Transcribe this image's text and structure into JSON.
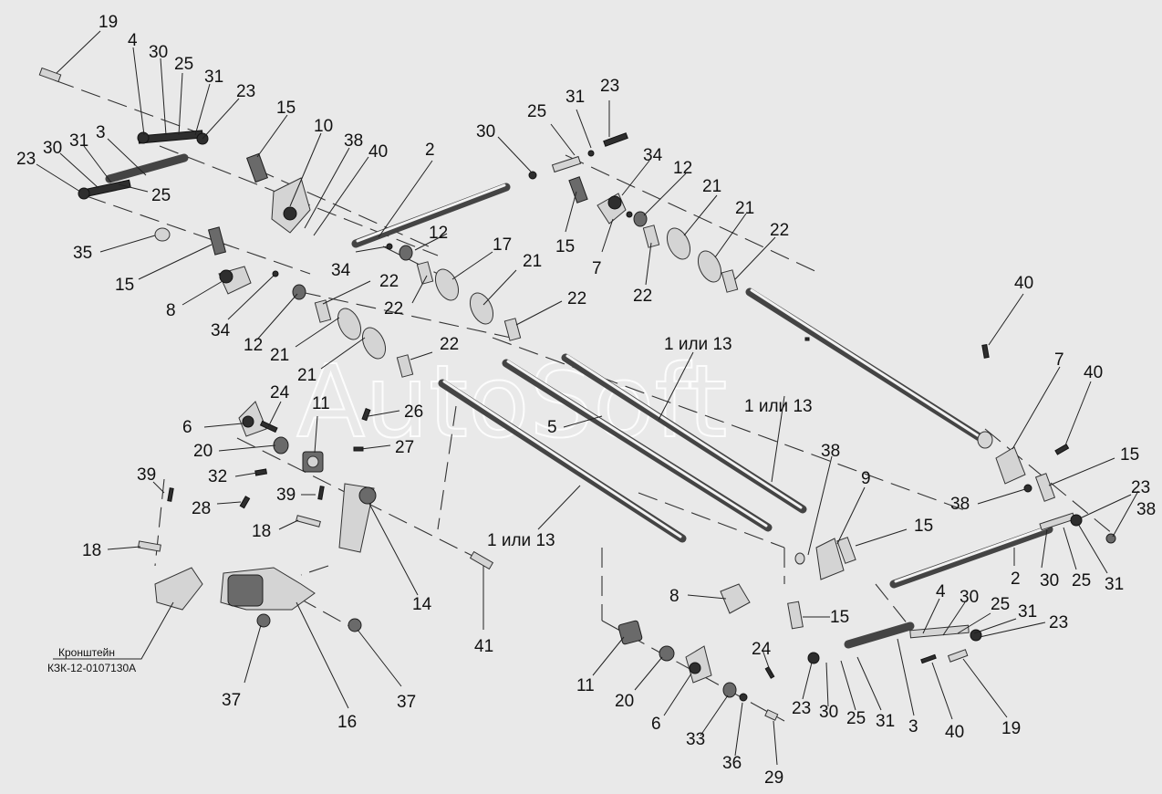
{
  "watermark": "AutoSoft",
  "note": {
    "line1": "Кронштейн",
    "line2": "КЗК-12-0107130А"
  },
  "labels": {
    "l19a": "19",
    "l4a": "4",
    "l30a": "30",
    "l25a": "25",
    "l31a": "31",
    "l23a": "23",
    "l23b": "23",
    "l30b": "30",
    "l31b": "31",
    "l3a": "3",
    "l25b": "25",
    "l15a": "15",
    "l10": "10",
    "l38a": "38",
    "l40a": "40",
    "l35": "35",
    "l15b": "15",
    "l8a": "8",
    "l34a": "34",
    "l12a": "12",
    "l34b": "34",
    "l12b": "12",
    "l22a": "22",
    "l22b": "22",
    "l2a": "2",
    "l21a": "21",
    "l21b": "21",
    "l17": "17",
    "l21c": "21",
    "l22c": "22",
    "l22d": "22",
    "l24a": "24",
    "l6a": "6",
    "l20a": "20",
    "l11a": "11",
    "l26": "26",
    "l27": "27",
    "l32": "32",
    "l28": "28",
    "l39a": "39",
    "l39b": "39",
    "l18a": "18",
    "l18b": "18",
    "l14": "14",
    "l41": "41",
    "l37a": "37",
    "l37b": "37",
    "l16": "16",
    "l5": "5",
    "l30c": "30",
    "l25c": "25",
    "l31c": "31",
    "l23c": "23",
    "l34c": "34",
    "l12c": "12",
    "l15c": "15",
    "l7a": "7",
    "l22e": "22",
    "l21d": "21",
    "l21e": "21",
    "l22f": "22",
    "l40b": "40",
    "l7b": "7",
    "l40c": "40",
    "l15d": "15",
    "l38b": "38",
    "l23d": "23",
    "l38c": "38",
    "l2b": "2",
    "l30d": "30",
    "l25d": "25",
    "l31d": "31",
    "l38d": "38",
    "l9": "9",
    "l15e": "15",
    "l8b": "8",
    "l15f": "15",
    "l4b": "4",
    "l30e": "30",
    "l25e": "25",
    "l31e": "31",
    "l23e": "23",
    "l24b": "24",
    "l11b": "11",
    "l20b": "20",
    "l6b": "6",
    "l33": "33",
    "l36": "36",
    "l29": "29",
    "l23f": "23",
    "l30f": "30",
    "l25f": "25",
    "l31f": "31",
    "l3b": "3",
    "l40d": "40",
    "l19b": "19",
    "alt1": "1 или 13",
    "alt2": "1 или 13",
    "alt3": "1 или 13"
  }
}
